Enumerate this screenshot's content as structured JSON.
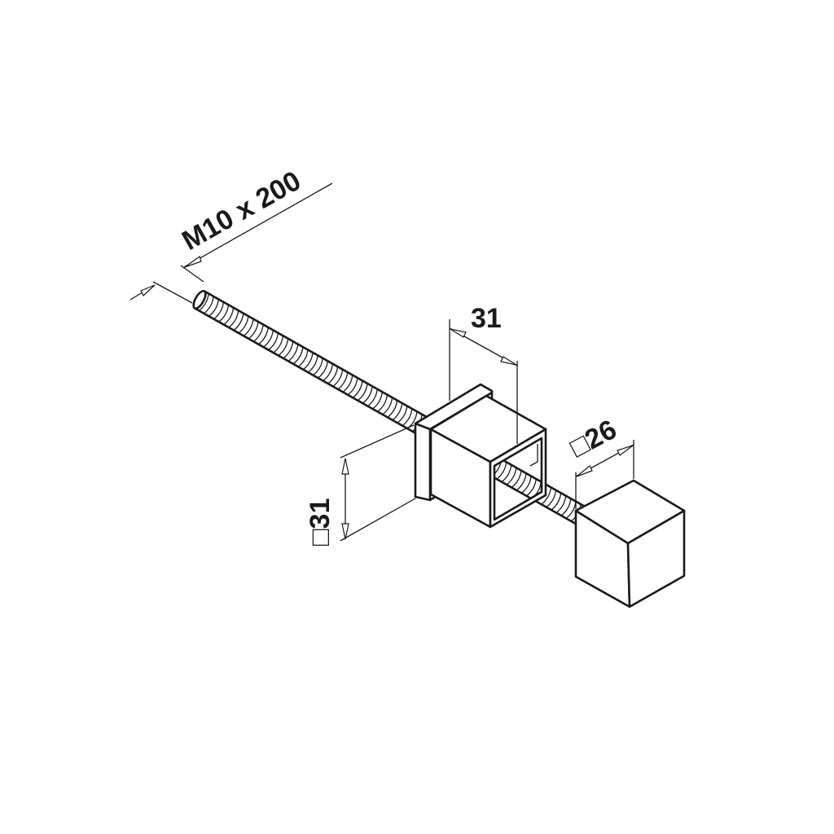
{
  "drawing": {
    "rod_label": "M10 x 200",
    "sleeve_length_label": "31",
    "sleeve_square_label": "□31",
    "end_cap_square_label": "□26"
  },
  "colors": {
    "line": "#1a1a1a",
    "background": "#ffffff"
  }
}
